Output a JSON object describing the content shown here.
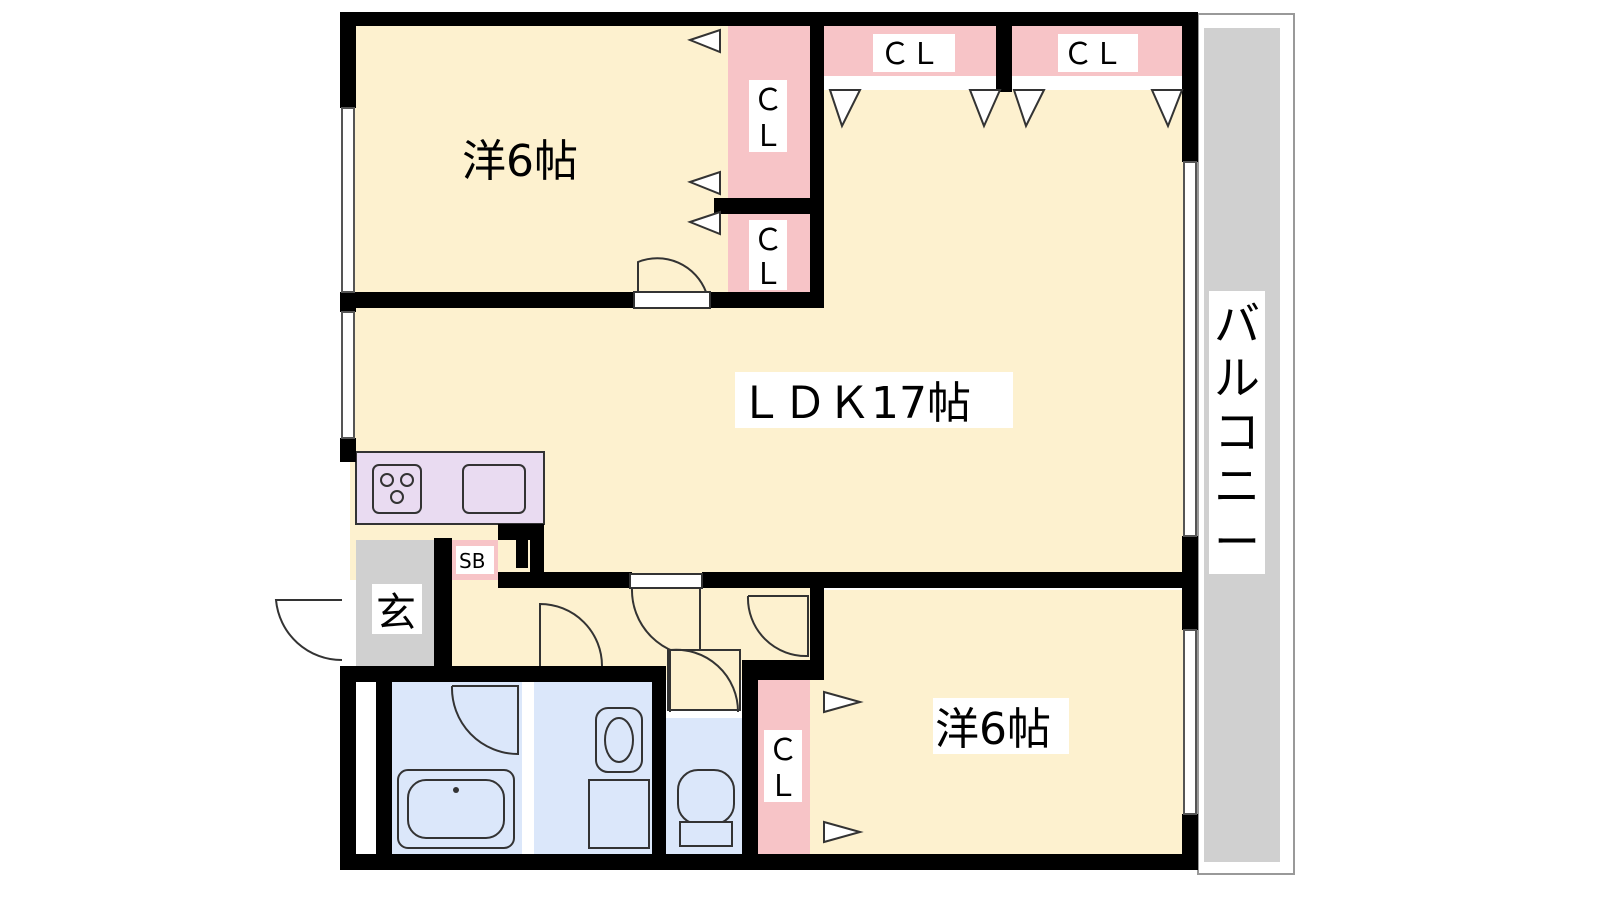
{
  "floorplan": {
    "rooms": {
      "western_room_top": "洋6帖",
      "ldk": "ＬＤＫ17帖",
      "western_room_bottom": "洋6帖",
      "entrance": "玄",
      "balcony": [
        "バ",
        "ル",
        "コ",
        "ニ",
        "ー"
      ]
    },
    "closets": {
      "top_closet_1": "ＣＬ",
      "top_closet_2": "ＣＬ",
      "bedroom_closet_upper": [
        "Ｃ",
        "Ｌ"
      ],
      "bedroom_closet_lower": [
        "Ｃ",
        "Ｌ"
      ],
      "bottom_closet": [
        "Ｃ",
        "Ｌ"
      ]
    },
    "shoe_box": "SB",
    "colors": {
      "room_floor": "#fdf1cf",
      "closet": "#f7c4c7",
      "kitchen": "#e9dbf1",
      "wet_area": "#dbe7fa",
      "balcony": "#d0d0d0",
      "entrance": "#d0d0d0",
      "wall": "#000000"
    }
  }
}
